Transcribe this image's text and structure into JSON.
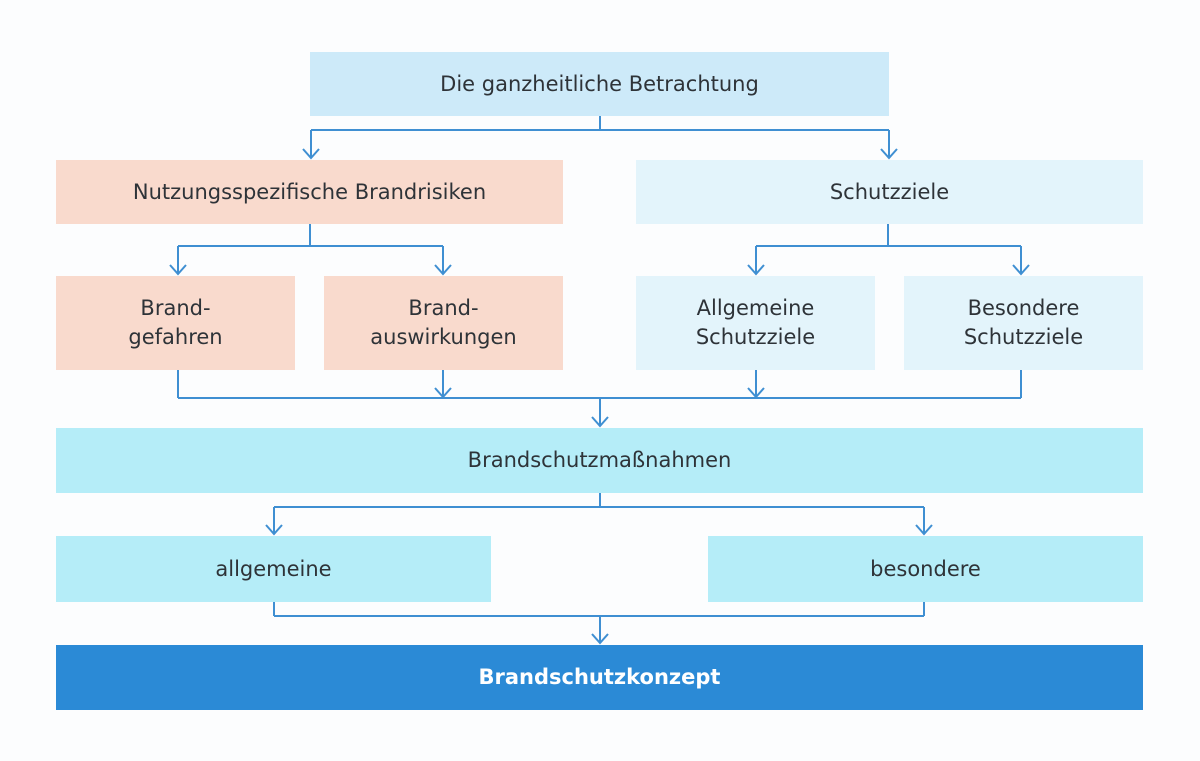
{
  "diagram": {
    "top": "Die ganzheitliche Betrachtung",
    "risks": "Nutzungsspezifische Brandrisiken",
    "goals": "Schutzziele",
    "risk_children": [
      "Brand-\ngefahren",
      "Brand-\nauswirkungen"
    ],
    "goal_children": [
      "Allgemeine\nSchutzziele",
      "Besondere\nSchutzziele"
    ],
    "measures": "Brandschutzmaßnahmen",
    "measure_children": [
      "allgemeine",
      "besondere"
    ],
    "final": "Brandschutzkonzept"
  },
  "colors": {
    "line": "#3f8fd2",
    "top": "#cdeaf9",
    "risk": "#f9dacd",
    "goal": "#e3f4fb",
    "measure": "#b5edf8",
    "final": "#2b8ad6"
  }
}
